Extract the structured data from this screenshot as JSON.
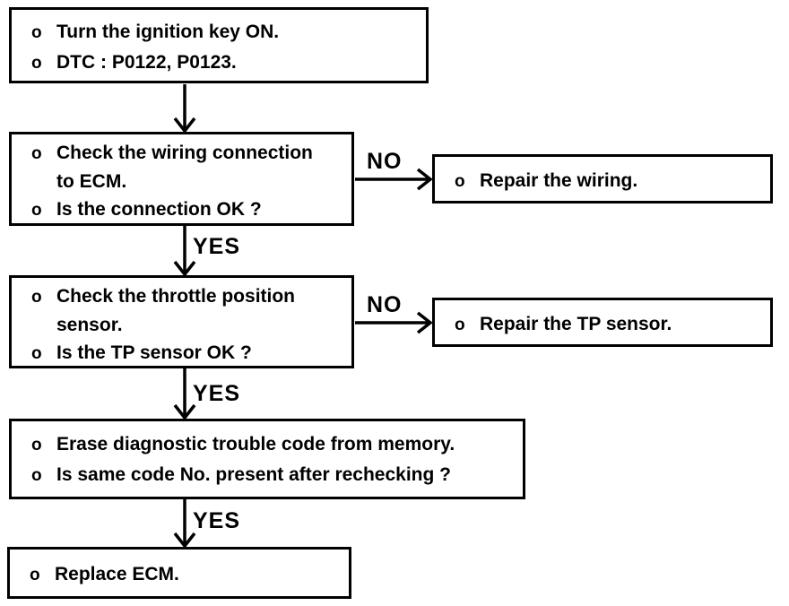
{
  "flowchart": {
    "description": "DTC troubleshooting flowchart",
    "colors": {
      "ink": "#000000",
      "background": "#ffffff"
    },
    "boxes": {
      "start": {
        "lines": [
          {
            "bullet": "o",
            "text": "Turn the ignition key ON."
          },
          {
            "bullet": "o",
            "text": "DTC : P0122, P0123."
          }
        ]
      },
      "check_wiring": {
        "lines": [
          {
            "bullet": "o",
            "text": "Check the wiring connection"
          },
          {
            "bullet": "",
            "text": "to ECM."
          },
          {
            "bullet": "o",
            "text": "Is the connection OK ?"
          }
        ]
      },
      "repair_wiring": {
        "lines": [
          {
            "bullet": "o",
            "text": "Repair the wiring."
          }
        ]
      },
      "check_tp": {
        "lines": [
          {
            "bullet": "o",
            "text": "Check the throttle position"
          },
          {
            "bullet": "",
            "text": "sensor."
          },
          {
            "bullet": "o",
            "text": "Is the TP sensor OK ?"
          }
        ]
      },
      "repair_tp": {
        "lines": [
          {
            "bullet": "o",
            "text": "Repair the TP sensor."
          }
        ]
      },
      "erase_code": {
        "lines": [
          {
            "bullet": "o",
            "text": "Erase diagnostic trouble code from memory."
          },
          {
            "bullet": "o",
            "text": "Is same code No. present after rechecking ?"
          }
        ]
      },
      "replace_ecm": {
        "lines": [
          {
            "bullet": "o",
            "text": "Replace ECM."
          }
        ]
      }
    },
    "edge_labels": {
      "no_wiring": "NO",
      "yes_wiring": "YES",
      "no_tp": "NO",
      "yes_tp": "YES",
      "yes_erase": "YES"
    }
  }
}
